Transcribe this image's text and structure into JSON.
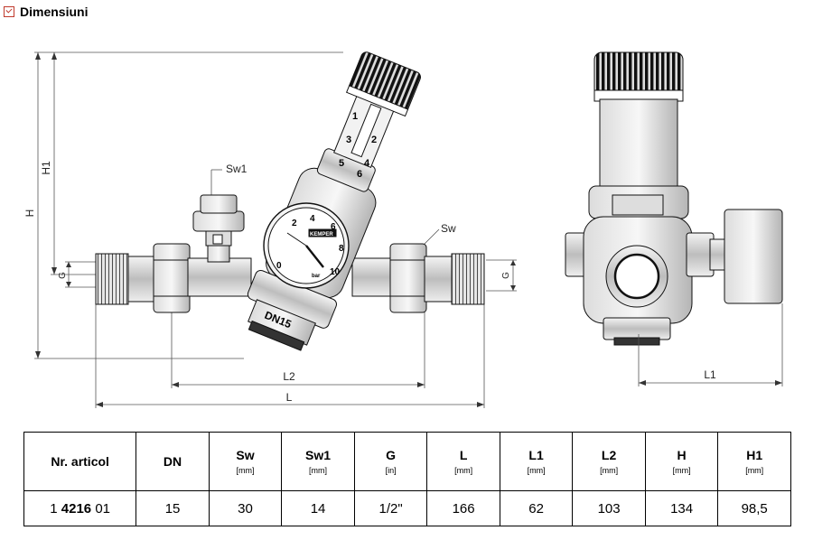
{
  "header": {
    "title": "Dimensiuni",
    "icon": "checkbox-icon"
  },
  "drawing": {
    "labels": {
      "sw1": "Sw1",
      "sw": "Sw",
      "h": "H",
      "h1": "H1",
      "g": "G",
      "l": "L",
      "l1": "L1",
      "l2": "L2",
      "dn": "DN15",
      "brand": "KEMPER",
      "gauge_unit": "bar"
    },
    "gauge_numbers": [
      "2",
      "4",
      "6",
      "8",
      "10",
      "0"
    ],
    "scale_left": [
      "1",
      "3",
      "5"
    ],
    "scale_right": [
      "2",
      "4",
      "6"
    ]
  },
  "table": {
    "columns": [
      {
        "label": "Nr. articol",
        "unit": ""
      },
      {
        "label": "DN",
        "unit": ""
      },
      {
        "label": "Sw",
        "unit": "[mm]"
      },
      {
        "label": "Sw1",
        "unit": "[mm]"
      },
      {
        "label": "G",
        "unit": "[in]"
      },
      {
        "label": "L",
        "unit": "[mm]"
      },
      {
        "label": "L1",
        "unit": "[mm]"
      },
      {
        "label": "L2",
        "unit": "[mm]"
      },
      {
        "label": "H",
        "unit": "[mm]"
      },
      {
        "label": "H1",
        "unit": "[mm]"
      }
    ],
    "row": {
      "article_a": "1",
      "article_b": "4216",
      "article_c": "01",
      "values": [
        "15",
        "30",
        "14",
        "1/2\"",
        "166",
        "62",
        "103",
        "134",
        "98,5"
      ]
    }
  }
}
